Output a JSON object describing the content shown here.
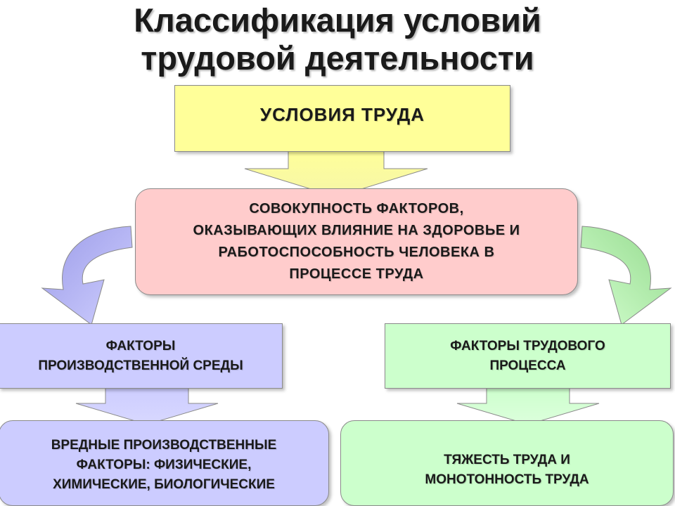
{
  "title": {
    "line1": "Классификация условий",
    "line2": "трудовой деятельности"
  },
  "nodes": {
    "top": {
      "label": "УСЛОВИЯ ТРУДА"
    },
    "center": {
      "lines": [
        "СОВОКУПНОСТЬ ФАКТОРОВ,",
        "ОКАЗЫВАЮЩИХ ВЛИЯНИЕ НА ЗДОРОВЬЕ И",
        "РАБОТОСПОСОБНОСТЬ ЧЕЛОВЕКА В",
        "ПРОЦЕССЕ ТРУДА"
      ]
    },
    "left": {
      "lines": [
        "ФАКТОРЫ",
        "ПРОИЗВОДСТВЕННОЙ СРЕДЫ"
      ]
    },
    "right": {
      "lines": [
        "ФАКТОРЫ ТРУДОВОГО",
        "ПРОЦЕССА"
      ]
    },
    "bottom_left": {
      "lines": [
        "ВРЕДНЫЕ ПРОИЗВОДСТВЕННЫЕ",
        "ФАКТОРЫ: ФИЗИЧЕСКИЕ,",
        "ХИМИЧЕСКИЕ, БИОЛОГИЧЕСКИЕ"
      ]
    },
    "bottom_right": {
      "lines": [
        "ТЯЖЕСТЬ ТРУДА И",
        "МОНОТОННОСТЬ ТРУДА"
      ]
    }
  },
  "colors": {
    "yellow": "#ffff99",
    "pink": "#ffcccc",
    "lavender": "#ccccff",
    "mint": "#ccffcc",
    "curved_arrow_left": "#a9a9f0",
    "curved_arrow_right": "#a6e6a0",
    "border": "#8a8a8a"
  }
}
